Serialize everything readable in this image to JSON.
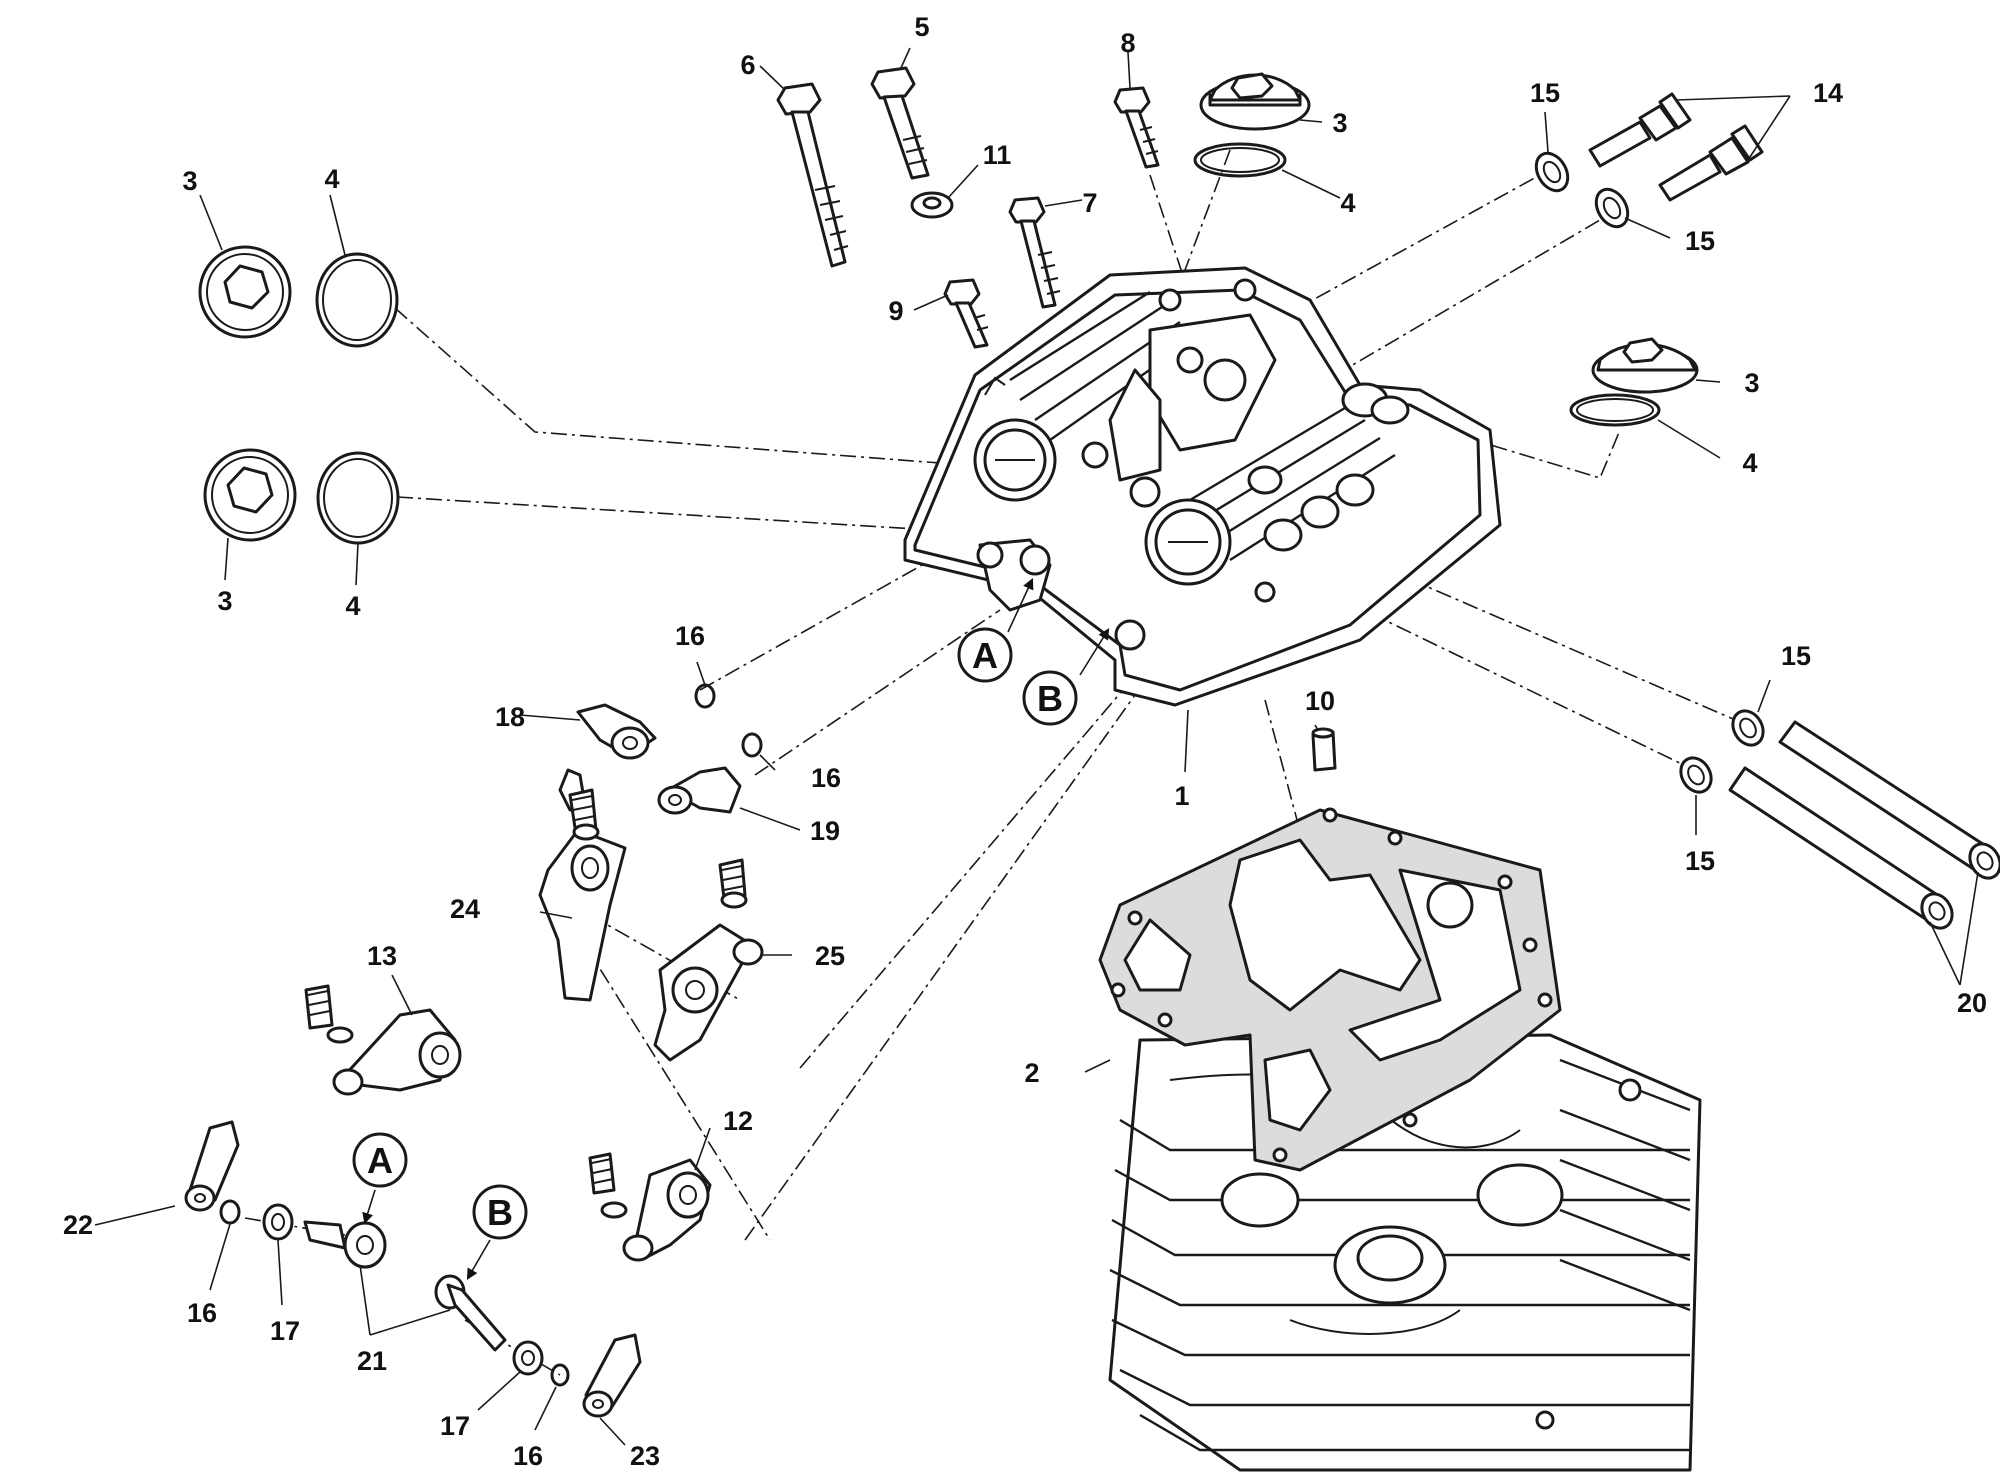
{
  "labels": {
    "l1": "1",
    "l2": "2",
    "l3a": "3",
    "l3b": "3",
    "l3c": "3",
    "l3d": "3",
    "l4a": "4",
    "l4b": "4",
    "l4c": "4",
    "l4d": "4",
    "l5": "5",
    "l6": "6",
    "l7": "7",
    "l8": "8",
    "l9": "9",
    "l10": "10",
    "l11": "11",
    "l12": "12",
    "l13": "13",
    "l14": "14",
    "l15a": "15",
    "l15b": "15",
    "l15c": "15",
    "l15d": "15",
    "l16a": "16",
    "l16b": "16",
    "l16c": "16",
    "l16d": "16",
    "l17a": "17",
    "l17b": "17",
    "l18": "18",
    "l19": "19",
    "l20": "20",
    "l21": "21",
    "l22": "22",
    "l23": "23",
    "l24": "24",
    "l25": "25"
  },
  "callouts": {
    "a1": "A",
    "b1": "B",
    "a2": "A",
    "b2": "B"
  }
}
